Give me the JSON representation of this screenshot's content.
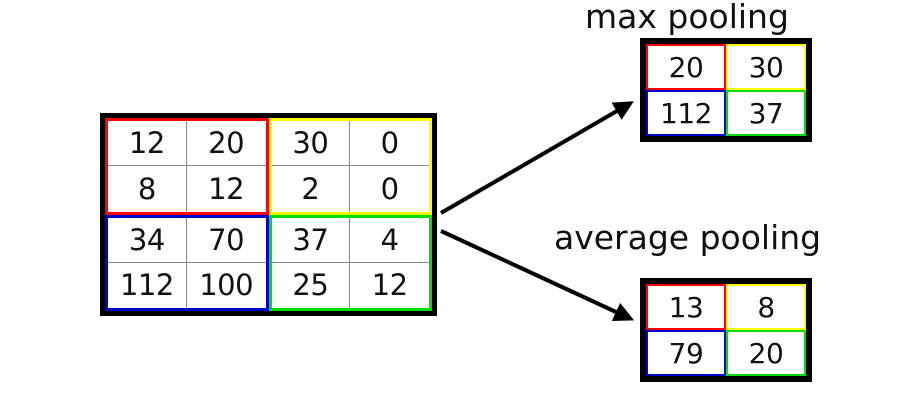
{
  "input_matrix": {
    "label": "input-feature-map",
    "rows": 4,
    "cols": 4,
    "quadrants": [
      {
        "name": "top-left",
        "color": "#ff0000",
        "values": [
          "12",
          "20",
          "8",
          "12"
        ]
      },
      {
        "name": "top-right",
        "color": "#ffff00",
        "values": [
          "30",
          "0",
          "2",
          "0"
        ]
      },
      {
        "name": "bottom-left",
        "color": "#0000cc",
        "values": [
          "34",
          "70",
          "112",
          "100"
        ]
      },
      {
        "name": "bottom-right",
        "color": "#00dd00",
        "values": [
          "37",
          "4",
          "25",
          "12"
        ]
      }
    ]
  },
  "max_pooling": {
    "title": "max pooling",
    "cells": [
      {
        "value": "20",
        "color": "#ff0000",
        "source": "top-left"
      },
      {
        "value": "30",
        "color": "#ffff00",
        "source": "top-right"
      },
      {
        "value": "112",
        "color": "#0000cc",
        "source": "bottom-left"
      },
      {
        "value": "37",
        "color": "#00dd00",
        "source": "bottom-right"
      }
    ]
  },
  "average_pooling": {
    "title": "average pooling",
    "cells": [
      {
        "value": "13",
        "color": "#ff0000",
        "source": "top-left"
      },
      {
        "value": "8",
        "color": "#ffff00",
        "source": "top-right"
      },
      {
        "value": "79",
        "color": "#0000cc",
        "source": "bottom-left"
      },
      {
        "value": "20",
        "color": "#00dd00",
        "source": "bottom-right"
      }
    ]
  },
  "arrows": [
    {
      "name": "arrow-to-max-pooling",
      "color": "#000000"
    },
    {
      "name": "arrow-to-average-pooling",
      "color": "#000000"
    }
  ]
}
